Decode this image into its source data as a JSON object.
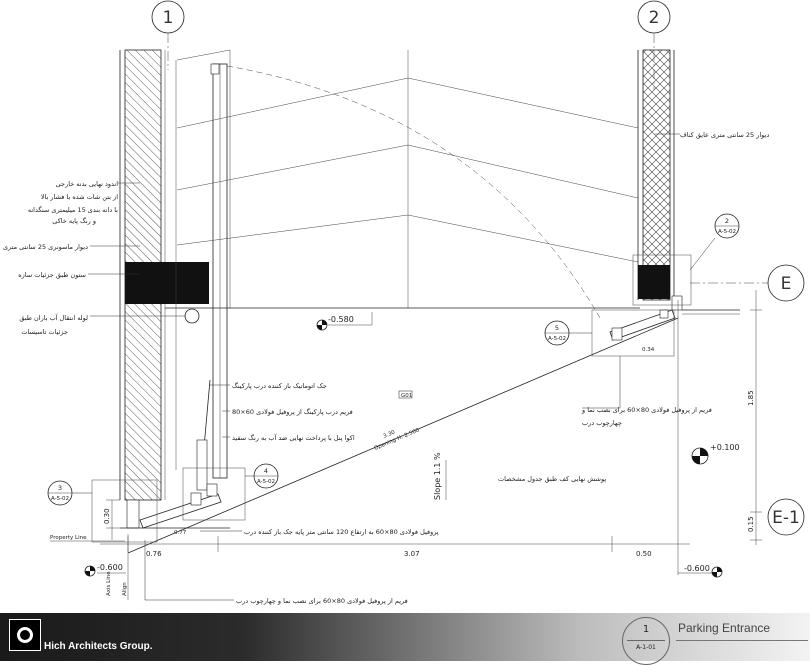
{
  "grid_lines": {
    "g1": "1",
    "g2": "2",
    "gE": "E",
    "gE1": "E-1"
  },
  "notes": {
    "ext_finish_1": "اندود نهایی بدنه خارجی",
    "ext_finish_2": "از بتن شات شده با فشار بالا",
    "ext_finish_3": "با دانه بندی 15 میلیمتری سنگدانه",
    "ext_finish_4": "و رنگ پایه خاکی",
    "masonry_wall": "دیوار ماسونری 25 سانتی متری",
    "column": "ستون طبق جزئیات سازه",
    "rain_pipe_1": "لوله انتقال آب باران طبق",
    "rain_pipe_2": "جزئیات تاسیسات",
    "insulated_wall": "دیوار 25 سانتی متری عایق کناف",
    "garage_jack": "جک اتوماتیک باز کننده درب پارکینگ",
    "door_frame": "فریم درب پارکینگ از پروفیل فولادی 60×80",
    "acoustic_panel": "اکوا پنل با پرداخت نهایی ضد آب به رنگ سفید",
    "steel_frame_right_1": "فریم از پروفیل فولادی 80×60 برای نصب نما و",
    "steel_frame_right_2": "چهارچوب درب",
    "floor_finish": "پوشش نهایی کف طبق جدول مشخصات",
    "jack_profile": "پروفیل فولادی 80×60 به ارتفاع 120 سانتی متر پایه جک باز کننده درب",
    "steel_frame_bottom": "فریم از پروفیل فولادی 80×60 برای نصب نما و چهارچوب درب"
  },
  "detail_refs": {
    "r2": {
      "num": "2",
      "sheet": "A-5-02"
    },
    "r3": {
      "num": "3",
      "sheet": "A-5-02"
    },
    "r4": {
      "num": "4",
      "sheet": "A-5-02"
    },
    "r5": {
      "num": "5",
      "sheet": "A-5-02"
    }
  },
  "levels": {
    "ceiling": "-0.580",
    "plus": "+0.100",
    "left_bottom": "-0.600",
    "right_bottom": "-0.600"
  },
  "dimensions": {
    "d076": "0.76",
    "d307": "3.07",
    "d050": "0.50",
    "d030": "0.30",
    "d185": "1.85",
    "d015": "0.15",
    "d034": "0.34",
    "d077": "0.77",
    "d330": "3.30",
    "opening": "Opening H: 2.500"
  },
  "labels": {
    "slope": "Slope 1.1 %",
    "property_line": "Property Line",
    "axis_line": "Axis Line",
    "align": "Align",
    "tag": "G01"
  },
  "title_block": {
    "company": "Hich Architects Group.",
    "sheet_number": "1",
    "sheet_ref": "A-1-01",
    "title": "Parking Entrance"
  }
}
